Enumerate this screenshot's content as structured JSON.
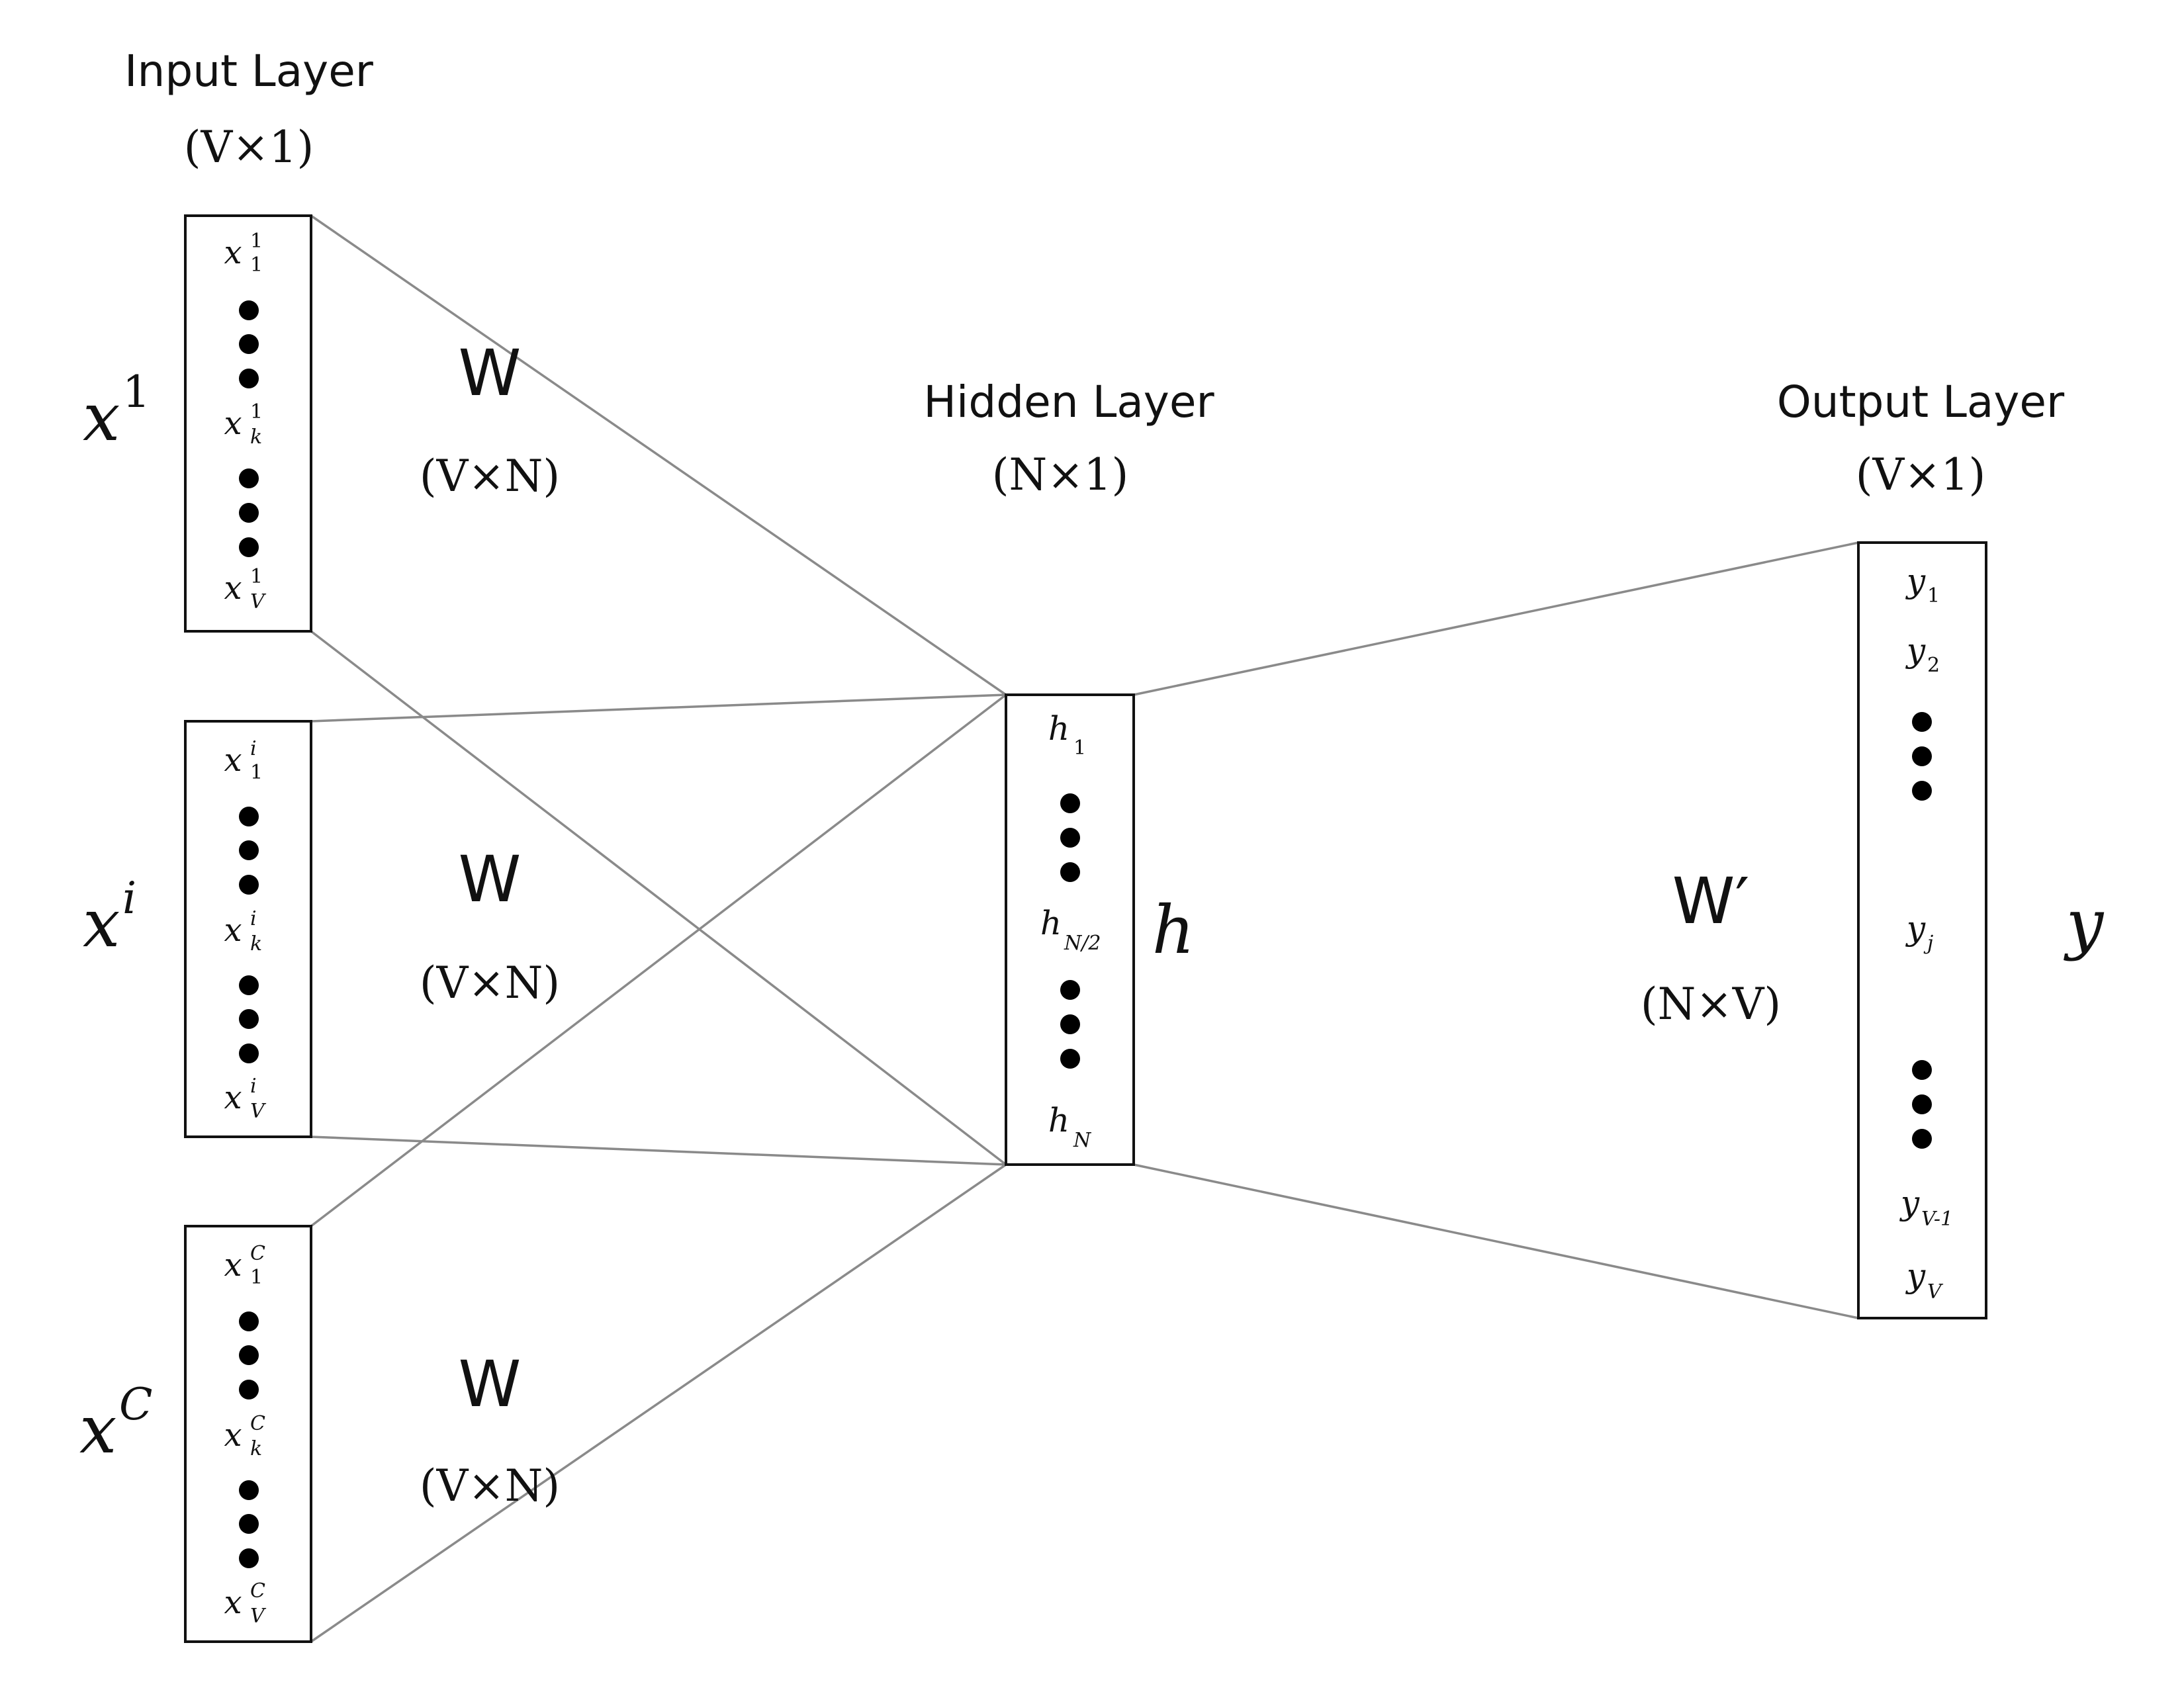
{
  "labels": {
    "input_layer_title": "Input Layer",
    "input_layer_dim": "(V×1)",
    "hidden_layer_title": "Hidden Layer",
    "hidden_layer_dim": "(N×1)",
    "output_layer_title": "Output Layer",
    "output_layer_dim": "(V×1)",
    "hidden_vector": "h",
    "output_vector": "y"
  },
  "inputs": [
    {
      "vector_base": "x",
      "vector_sup": "1",
      "weight": "W",
      "weight_dim": "(V×N)",
      "elements": [
        {
          "base": "x",
          "sub": "1",
          "sup": "1"
        },
        {
          "base": "x",
          "sub": "k",
          "sup": "1"
        },
        {
          "base": "x",
          "sub": "V",
          "sup": "1"
        }
      ]
    },
    {
      "vector_base": "x",
      "vector_sup": "i",
      "weight": "W",
      "weight_dim": "(V×N)",
      "elements": [
        {
          "base": "x",
          "sub": "1",
          "sup": "i"
        },
        {
          "base": "x",
          "sub": "k",
          "sup": "i"
        },
        {
          "base": "x",
          "sub": "V",
          "sup": "i"
        }
      ]
    },
    {
      "vector_base": "x",
      "vector_sup": "C",
      "weight": "W",
      "weight_dim": "(V×N)",
      "elements": [
        {
          "base": "x",
          "sub": "1",
          "sup": "C"
        },
        {
          "base": "x",
          "sub": "k",
          "sup": "C"
        },
        {
          "base": "x",
          "sub": "V",
          "sup": "C"
        }
      ]
    }
  ],
  "hidden": {
    "elements": [
      {
        "base": "h",
        "sub": "1"
      },
      {
        "base": "h",
        "sub": "N/2"
      },
      {
        "base": "h",
        "sub": "N"
      }
    ]
  },
  "output": {
    "weight": "W′",
    "weight_dim": "(N×V)",
    "elements": [
      {
        "base": "y",
        "sub": "1"
      },
      {
        "base": "y",
        "sub": "2"
      },
      {
        "base": "y",
        "sub": "j"
      },
      {
        "base": "y",
        "sub": "V-1"
      },
      {
        "base": "y",
        "sub": "V"
      }
    ]
  },
  "colors": {
    "line": "#8a8a8a",
    "box_stroke": "#111111",
    "dot": "#000000",
    "text": "#111111"
  }
}
